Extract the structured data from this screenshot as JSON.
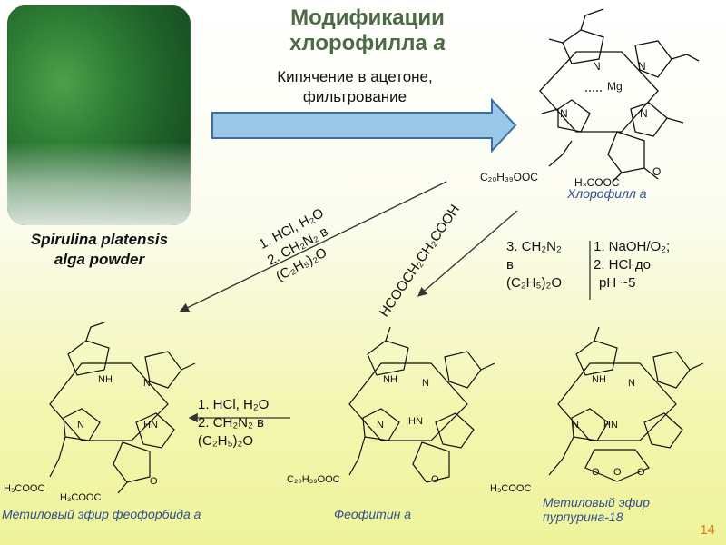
{
  "slide": {
    "title_line1": "Модификации",
    "title_line2_main": "хлорофилла ",
    "title_line2_italic": "а",
    "boil_line1": "Кипячение в ацетоне,",
    "boil_line2": "фильтрование",
    "photo_caption_line1": "Spirulina platensis",
    "photo_caption_line2": "alga powder",
    "page_number": "14"
  },
  "captions": {
    "chlorophyll": "Хлорофилл а",
    "methyl_pheophorbide": "Метиловый эфир феофорбида а",
    "pheophytin": "Феофитин а",
    "purpurin_line1": "Метиловый эфир",
    "purpurin_line2": "пурпурина-18"
  },
  "reagents": {
    "left_diag_1": "1. HCl, H₂O",
    "left_diag_2": "2. CH₂N₂ в",
    "left_diag_3": "(C₂H₅)₂O",
    "mid_diag": "HCOOCH₂CH₂COOH",
    "right_left_1": "3. CH₂N₂",
    "right_left_2": "в",
    "right_left_3": "(C₂H₅)₂O",
    "right_right_1": "1.   NaOH/O₂;",
    "right_right_2": "2.   HCl до",
    "right_right_3": "pH ~5",
    "bottom_1": "1. HCl, H₂O",
    "bottom_2": "2. CH₂N₂ в",
    "bottom_3": "(C₂H₅)₂O"
  },
  "structure_labels": {
    "N": "N",
    "NH": "NH",
    "HN": "HN",
    "Mg": "Mg",
    "O": "O",
    "phytyl_ester": "C₂₀H₃₉OOC",
    "methyl_ester": "H₃COOC",
    "methyl_ester_alt": "H₃COOC"
  },
  "colors": {
    "title": "#4b6b43",
    "arrow_fill": "#9cc8e8",
    "arrow_stroke": "#3a6fa5",
    "caption": "#2f4f8f",
    "page_number": "#e07a1a"
  }
}
